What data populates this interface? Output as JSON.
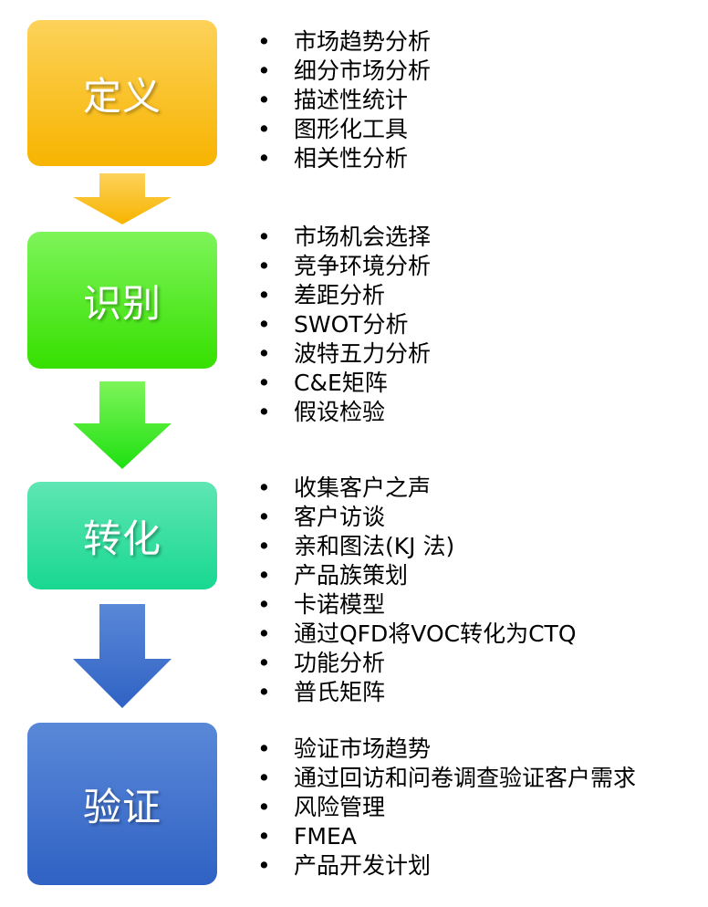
{
  "stages": [
    {
      "title": "定义",
      "items": [
        "市场趋势分析",
        "细分市场分析",
        "描述性统计",
        "图形化工具",
        "相关性分析"
      ]
    },
    {
      "title": "识别",
      "items": [
        "市场机会选择",
        "竞争环境分析",
        "差距分析",
        "SWOT分析",
        "波特五力分析",
        "C&E矩阵",
        "假设检验"
      ]
    },
    {
      "title": "转化",
      "items": [
        "收集客户之声",
        "客户访谈",
        "亲和图法(KJ 法)",
        "产品族策划",
        "卡诺模型",
        "通过QFD将VOC转化为CTQ",
        "功能分析",
        "普氏矩阵"
      ]
    },
    {
      "title": "验证",
      "items": [
        "验证市场趋势",
        "通过回访和问卷调查验证客户需求",
        "风险管理",
        "FMEA",
        "产品开发计划"
      ]
    }
  ],
  "colors": {
    "define": "#f7b400",
    "identify": "#36e000",
    "transform": "#18d890",
    "verify": "#2f62c4"
  }
}
